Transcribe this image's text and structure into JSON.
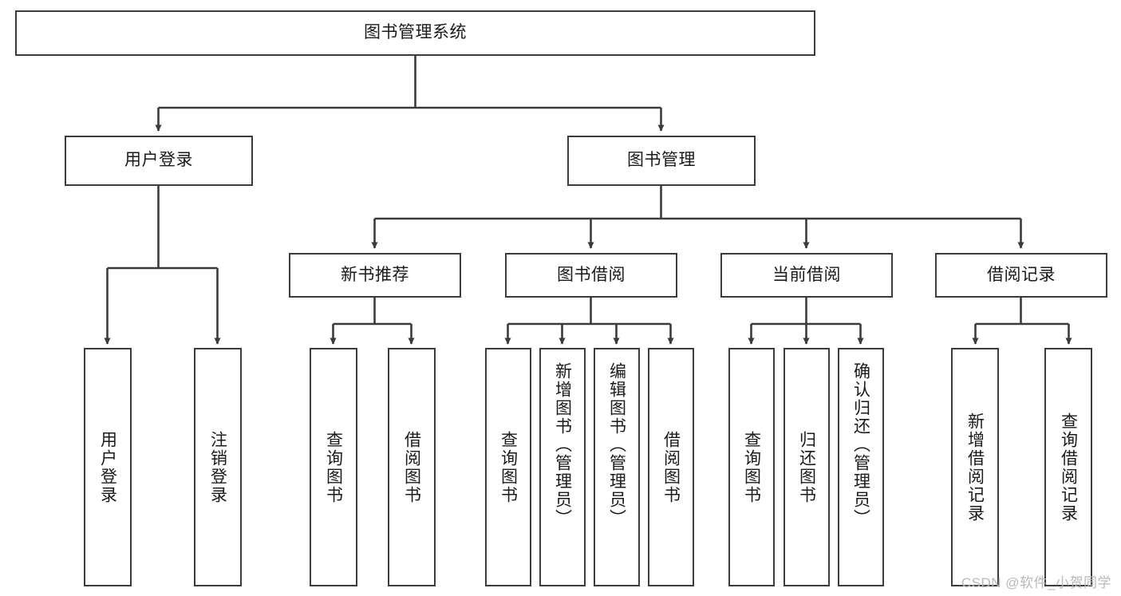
{
  "diagram": {
    "title": "图书管理系统",
    "type": "tree-hierarchy-chart",
    "root": {
      "id": "root",
      "label": "图书管理系统"
    },
    "level2": [
      {
        "id": "user-login",
        "label": "用户登录"
      },
      {
        "id": "book-manage",
        "label": "图书管理"
      }
    ],
    "level3": [
      {
        "id": "new-book-recommend",
        "label": "新书推荐"
      },
      {
        "id": "book-borrow",
        "label": "图书借阅"
      },
      {
        "id": "current-borrow",
        "label": "当前借阅"
      },
      {
        "id": "borrow-record",
        "label": "借阅记录"
      }
    ],
    "leaves": {
      "user_login": [
        {
          "id": "leaf-user-login",
          "label": "用户登录"
        },
        {
          "id": "leaf-logout-login",
          "label": "注销登录"
        }
      ],
      "new_book_recommend": [
        {
          "id": "leaf-query-book-1",
          "label": "查询图书"
        },
        {
          "id": "leaf-borrow-book-1",
          "label": "借阅图书"
        }
      ],
      "book_borrow": [
        {
          "id": "leaf-query-book-2",
          "label": "查询图书"
        },
        {
          "id": "leaf-add-book",
          "label": "新增图书（管理员）"
        },
        {
          "id": "leaf-edit-book",
          "label": "编辑图书（管理员）"
        },
        {
          "id": "leaf-borrow-book-2",
          "label": "借阅图书"
        }
      ],
      "current_borrow": [
        {
          "id": "leaf-query-book-3",
          "label": "查询图书"
        },
        {
          "id": "leaf-return-book",
          "label": "归还图书"
        },
        {
          "id": "leaf-confirm-return",
          "label": "确认归还（管理员）"
        }
      ],
      "borrow_record": [
        {
          "id": "leaf-add-record",
          "label": "新增借阅记录"
        },
        {
          "id": "leaf-query-record",
          "label": "查询借阅记录"
        }
      ]
    }
  },
  "watermark": {
    "text": "CSDN @软件_小贺同学"
  },
  "colors": {
    "border": "#3b3b3b",
    "edge": "#3b3b3b",
    "background": "#ffffff",
    "text": "#1a1a1a",
    "watermark": "#b9b9b9"
  }
}
